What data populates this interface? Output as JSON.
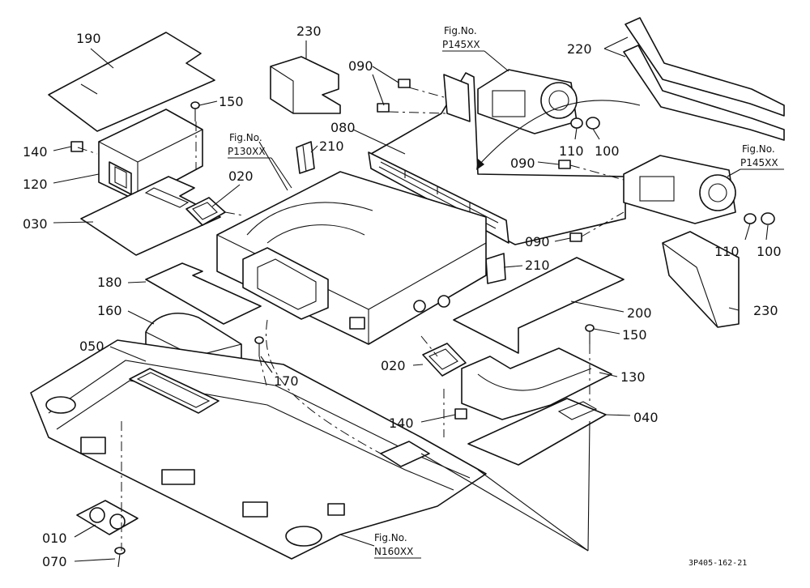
{
  "parts": {
    "p190": "190",
    "p150a": "150",
    "p140a": "140",
    "p120": "120",
    "p030": "030",
    "p020a": "020",
    "p210a": "210",
    "p230a": "230",
    "p090a": "090",
    "p080": "080",
    "p220": "220",
    "p110a": "110",
    "p100a": "100",
    "p090b": "090",
    "p110b": "110",
    "p100b": "100",
    "p090c": "090",
    "p230b": "230",
    "p210b": "210",
    "p180": "180",
    "p160": "160",
    "p050": "050",
    "p170": "170",
    "p020b": "020",
    "p200": "200",
    "p150b": "150",
    "p130": "130",
    "p140b": "140",
    "p040": "040",
    "p010": "010",
    "p070": "070"
  },
  "figrefs": {
    "f1": {
      "title": "Fig.No.",
      "code": "P145XX"
    },
    "f2": {
      "title": "Fig.No.",
      "code": "P130XX"
    },
    "f3": {
      "title": "Fig.No.",
      "code": "P145XX"
    },
    "f4": {
      "title": "Fig.No.",
      "code": "N160XX"
    }
  },
  "drawing_ref": "3P405-162-21"
}
